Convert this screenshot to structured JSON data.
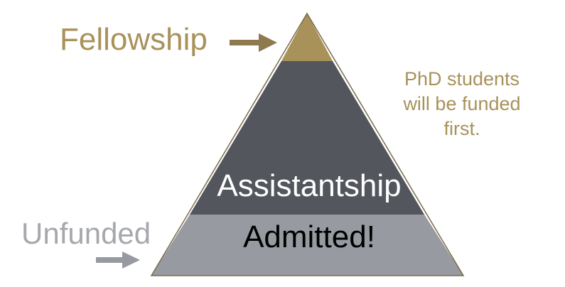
{
  "colors": {
    "gold": "#A8925A",
    "dark_gray": "#53565D",
    "light_gray": "#979AA0",
    "outline": "#7A6A48",
    "unfunded_text": "#A6A8AD",
    "white": "#FFFFFF",
    "black": "#000000"
  },
  "pyramid": {
    "tiers": [
      {
        "name": "fellowship",
        "label": ""
      },
      {
        "name": "assistantship",
        "label": "Assistantship"
      },
      {
        "name": "admitted",
        "label": "Admitted!"
      }
    ]
  },
  "labels": {
    "fellowship": "Fellowship",
    "unfunded": "Unfunded"
  },
  "note": {
    "lines": [
      "PhD students",
      "will be funded",
      "first."
    ]
  },
  "icons": {
    "fellowship_arrow": "arrow-right-icon",
    "unfunded_arrow": "arrow-right-icon"
  }
}
